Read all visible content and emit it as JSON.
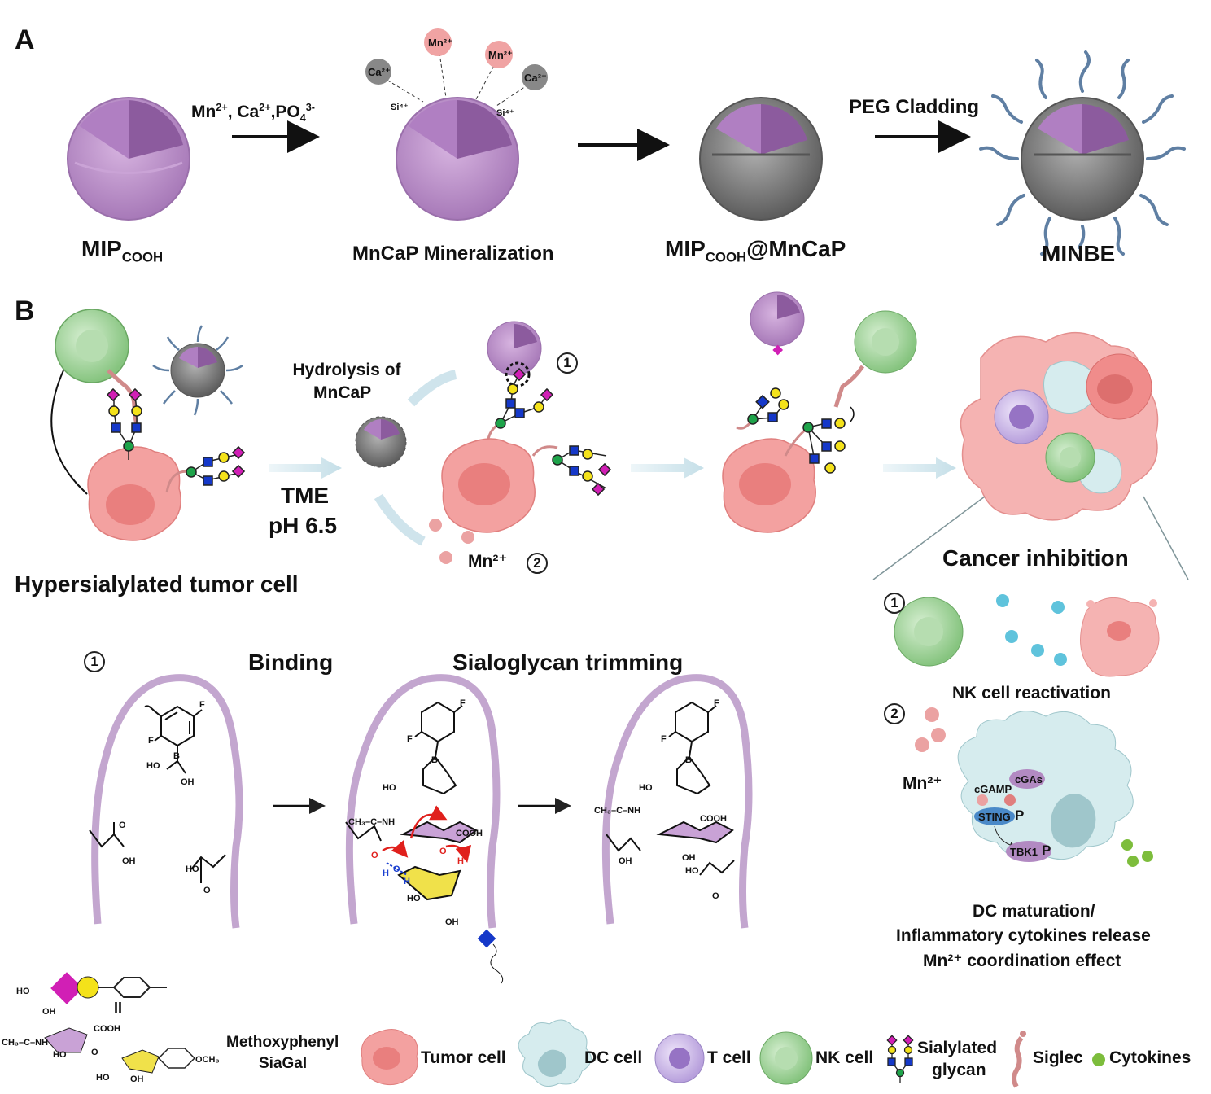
{
  "panel_a": {
    "letter": "A",
    "mip_main": "MIP",
    "mip_sub": "COOH",
    "step1_ions_main": "Mn",
    "step1_ions_rest": ", Ca",
    "step1_ions_po4": ",PO",
    "sup_2plus": "2+",
    "sup_3minus": "3-",
    "sub_4": "4",
    "mineralization": "MnCaP Mineralization",
    "ion_mn": "Mn²⁺",
    "ion_ca": "Ca²⁺",
    "ion_si": "Si⁴⁺",
    "mipcaP_main": "MIP",
    "mipcaP_sub": "COOH",
    "mipcaP_tail": "@MnCaP",
    "peg": "PEG Cladding",
    "minbe": "MINBE"
  },
  "panel_b": {
    "letter": "B",
    "hyper_label": "Hypersialylated tumor cell",
    "hydrolysis_line1": "Hydrolysis of",
    "hydrolysis_line2": "MnCaP",
    "tme_line1": "TME",
    "tme_line2": "pH 6.5",
    "num_1": "1",
    "num_2": "2",
    "mn_ion": "Mn²⁺",
    "cancer_inhibition": "Cancer inhibition"
  },
  "mechanism_box": {
    "num": "1",
    "binding": "Binding",
    "trimming": "Sialoglycan trimming",
    "atom_f": "F",
    "atom_b": "B",
    "atom_oh": "OH",
    "atom_ho": "HO",
    "atom_o": "O",
    "cooh": "COOH",
    "acetamide": "CH₃–C–NH",
    "water_h": "H",
    "water_o": "O"
  },
  "inhibition_box": {
    "num1": "1",
    "nk_reactivation": "NK cell reactivation",
    "num2": "2",
    "mn_ion": "Mn²⁺",
    "cgamp": "cGAMP",
    "cgas": "cGAs",
    "sting": "STING",
    "p": "P",
    "tbk1": "TBK1",
    "dc_line1": "DC maturation/",
    "dc_line2": "Inflammatory cytokines release",
    "dc_line3": "Mn²⁺ coordination effect"
  },
  "legend": {
    "methoxyphenyl_line1": "Methoxyphenyl",
    "methoxyphenyl_line2": "SiaGal",
    "tumor": "Tumor cell",
    "dc": "DC cell",
    "t": "T cell",
    "nk": "NK cell",
    "sialylated_line1": "Sialylated",
    "sialylated_line2": "glycan",
    "siglec": "Siglec",
    "cytokines": "Cytokines",
    "equals": "II",
    "struct_cooh": "COOH",
    "struct_och3": "OCH₃",
    "struct_ch3": "CH₃–C–NH",
    "struct_ho": "HO",
    "struct_oh": "OH",
    "struct_o": "O"
  },
  "colors": {
    "mip_purple": "#b98cc7",
    "shell_gray": "#7d7d7d",
    "peg_blue": "#5f7fa3",
    "tumor_pink": "#f3a1a0",
    "nk_green": "#9fd49a",
    "t_purple": "#c9b3e6",
    "dc_blue": "#cde7ea",
    "arrow_light": "#cfe4ec",
    "box_border": "#2f5a64",
    "glyco_magenta": "#d11fb5",
    "glyco_yellow": "#f4e21a",
    "glyco_blue": "#1538c9",
    "glyco_green": "#1ea34a",
    "red_arrow": "#e0201c",
    "cytokine_cyan": "#5fc3dc",
    "cytokine_green": "#7dbd3c"
  }
}
